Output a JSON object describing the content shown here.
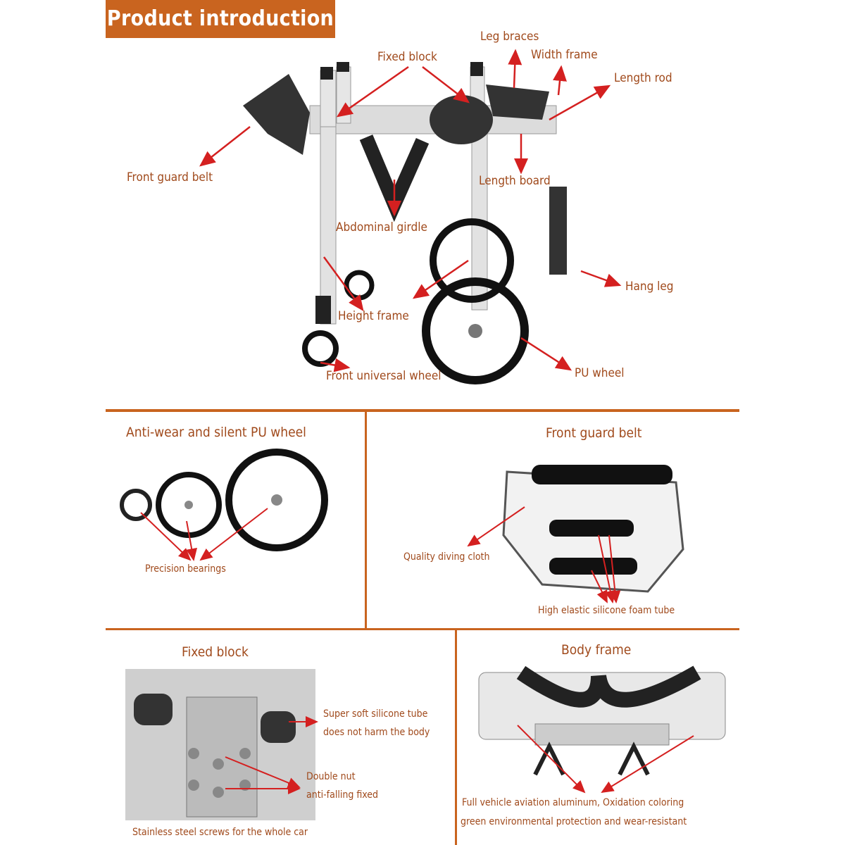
{
  "banner": {
    "title": "Product introduction"
  },
  "main_diagram": {
    "labels": {
      "leg_braces": "Leg braces",
      "fixed_block": "Fixed block",
      "width_frame": "Width frame",
      "length_rod": "Length rod",
      "front_guard_belt": "Front guard belt",
      "length_board": "Length board",
      "abdominal_girdle": "Abdominal girdle",
      "hang_leg": "Hang leg",
      "height_frame": "Height frame",
      "front_universal_wheel": "Front universal wheel",
      "pu_wheel": "PU wheel"
    }
  },
  "panels": {
    "pu_wheel": {
      "title": "Anti-wear and silent PU wheel",
      "callout": "Precision bearings"
    },
    "guard_belt": {
      "title": "Front guard belt",
      "callouts": [
        "Quality diving cloth",
        "High elastic silicone foam tube"
      ]
    },
    "fixed_block": {
      "title": "Fixed block",
      "callouts": [
        "Super soft silicone tube",
        "does not harm the body",
        "Double nut",
        "anti-falling fixed",
        "Stainless steel screws for the whole car"
      ]
    },
    "body_frame": {
      "title": "Body frame",
      "callouts": [
        "Full vehicle aviation aluminum, Oxidation coloring",
        "green environmental protection and wear-resistant"
      ]
    }
  },
  "colors": {
    "accent": "#c9641f",
    "label_text": "#a04a1c",
    "arrow": "#d42020"
  }
}
